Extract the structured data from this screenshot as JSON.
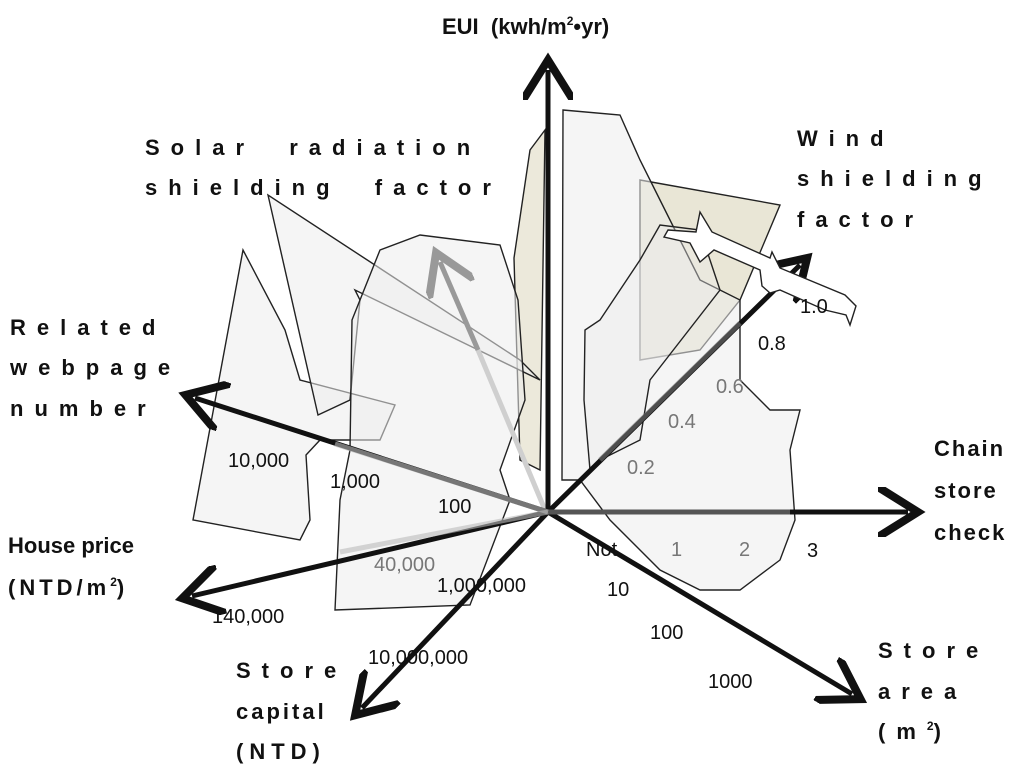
{
  "axes": {
    "eui": {
      "label_pre": "EUI  (kwh/m",
      "label_sup": "2",
      "label_post": "•yr)"
    },
    "solar": {
      "line1": "Solar  radiation",
      "line2": "shielding  factor"
    },
    "wind": {
      "line1": "Wind",
      "line2": "shielding",
      "line3": "factor"
    },
    "webpage": {
      "line1": "Related",
      "line2": "webpage",
      "line3": "number"
    },
    "chain": {
      "line1": "Chain",
      "line2": "store",
      "line3": "check"
    },
    "house": {
      "line1": "House price",
      "line2_pre": "(NTD/m",
      "line2_sup": "2",
      "line2_post": ")"
    },
    "capital": {
      "line1": "Store",
      "line2": "capital",
      "line3": "(NTD)"
    },
    "area": {
      "line1": "Store",
      "line2": "area",
      "line3_pre": "(m",
      "line3_sup": "2",
      "line3_post": ")"
    }
  },
  "ticks": {
    "wind": [
      "1.0",
      "0.8",
      "0.6",
      "0.4",
      "0.2"
    ],
    "webpage": [
      "10,000",
      "1,000",
      "100"
    ],
    "house": [
      "40,000",
      "140,000"
    ],
    "capital": [
      "1,000,000",
      "10,000,000"
    ],
    "chain": [
      "Not",
      "1",
      "2",
      "3"
    ],
    "area": [
      "10",
      "100",
      "1000"
    ]
  },
  "colors": {
    "axis": "#111111",
    "faded_axis": "#888888",
    "shape_fill": "#efefef",
    "shape_stroke": "#222222",
    "tan_fill": "#e4e0cc"
  }
}
